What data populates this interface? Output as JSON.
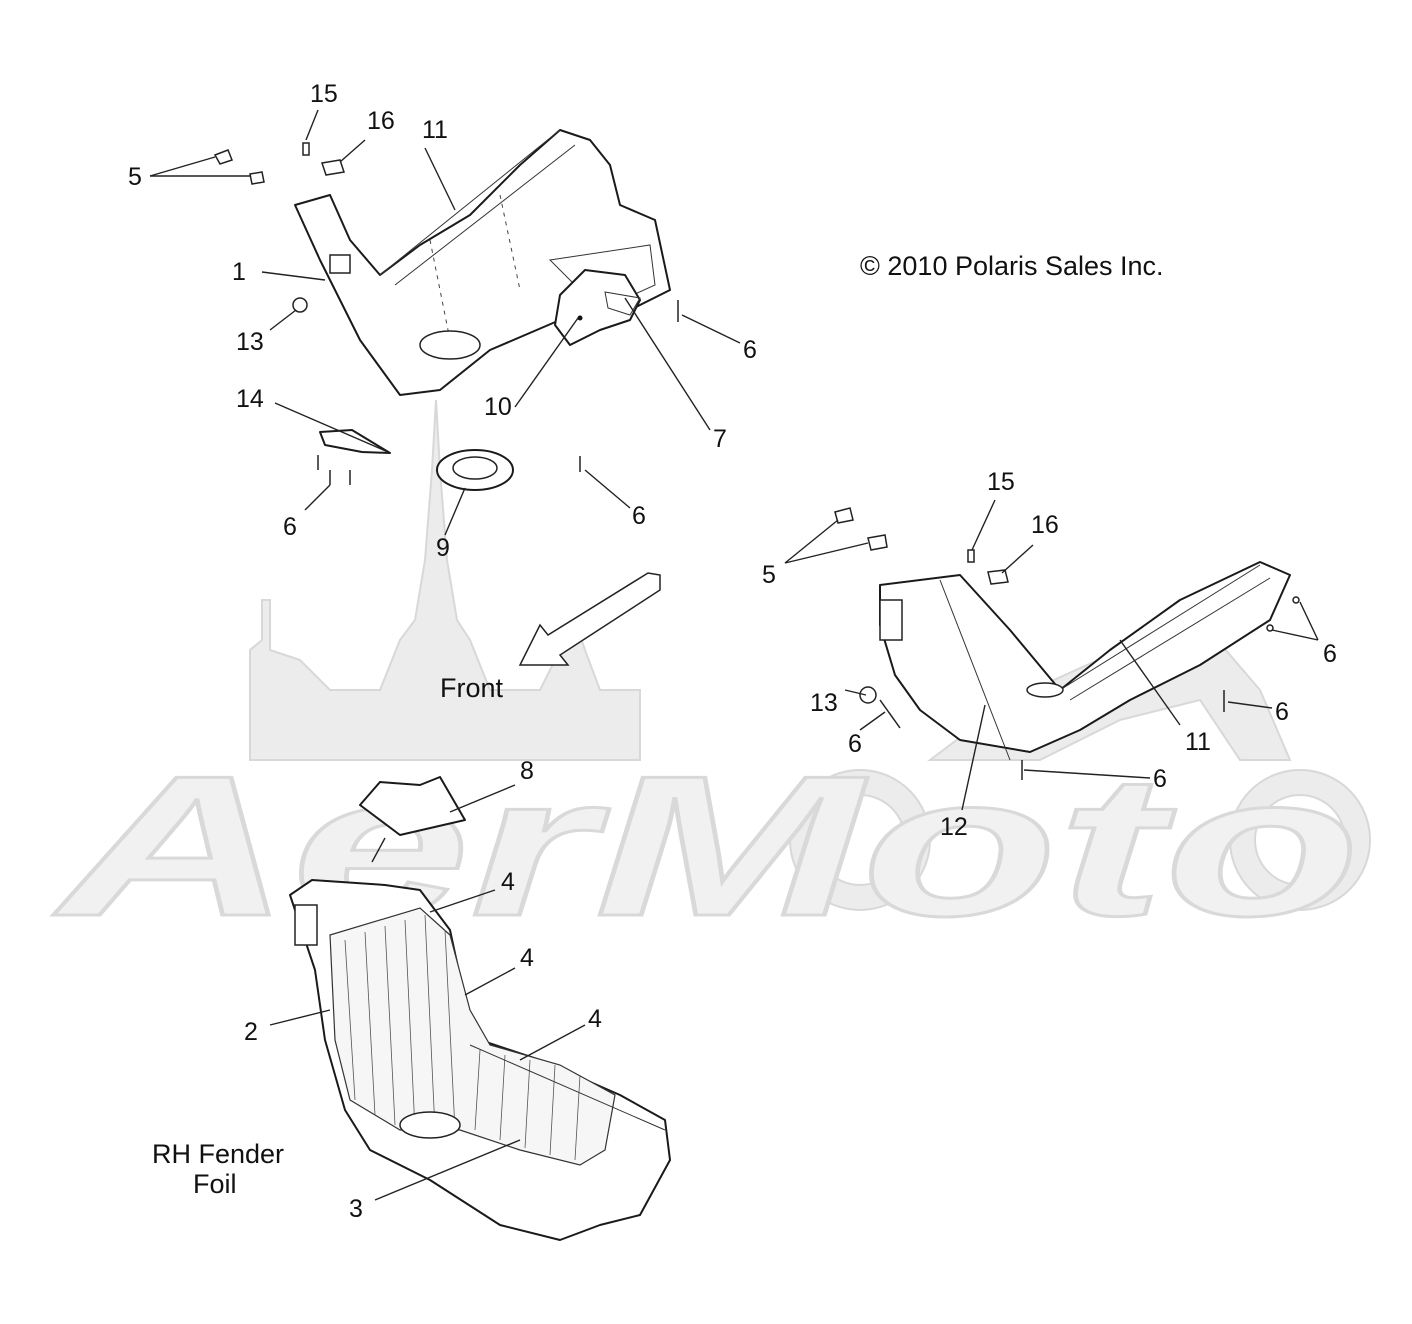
{
  "copyright": "© 2010 Polaris Sales Inc.",
  "direction_label": "Front",
  "assembly_label_line1": "RH Fender",
  "assembly_label_line2": "Foil",
  "watermark_text": "AerMoto",
  "callouts": {
    "c15a": "15",
    "c16a": "16",
    "c11a": "11",
    "c5a": "5",
    "c1": "1",
    "c13a": "13",
    "c6a": "6",
    "c14": "14",
    "c10": "10",
    "c7": "7",
    "c6b": "6",
    "c6c": "6",
    "c9": "9",
    "c15b": "15",
    "c16b": "16",
    "c5b": "5",
    "c6d": "6",
    "c13b": "13",
    "c6e": "6",
    "c6f": "6",
    "c11b": "11",
    "c6g": "6",
    "c12": "12",
    "c8": "8",
    "c4a": "4",
    "c4b": "4",
    "c4c": "4",
    "c2": "2",
    "c3": "3"
  }
}
